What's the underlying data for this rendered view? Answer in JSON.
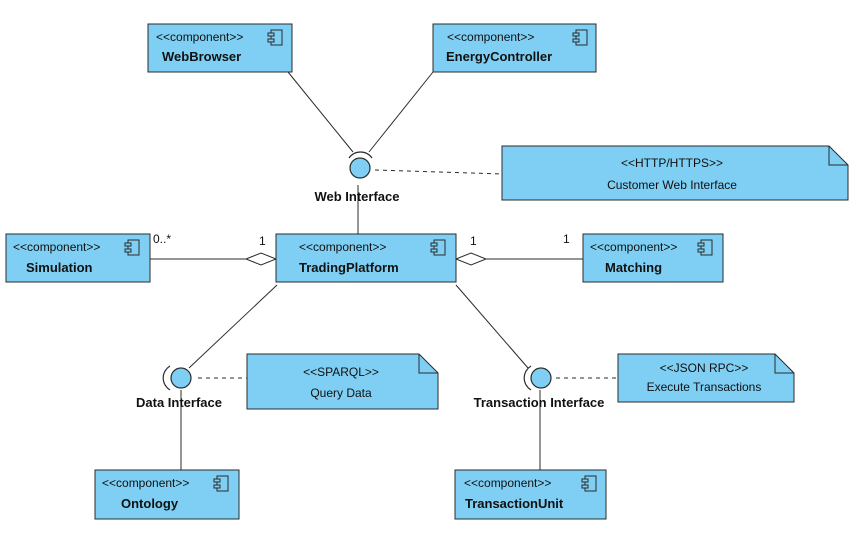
{
  "stereotype": "<<component>>",
  "components": {
    "webbrowser": "WebBrowser",
    "energycontroller": "EnergyController",
    "simulation": "Simulation",
    "tradingplatform": "TradingPlatform",
    "matching": "Matching",
    "ontology": "Ontology",
    "transactionunit": "TransactionUnit"
  },
  "interfaces": {
    "web": "Web Interface",
    "data": "Data Interface",
    "transaction": "Transaction Interface"
  },
  "notes": {
    "web": {
      "stereotype": "<<HTTP/HTTPS>>",
      "text": "Customer Web Interface"
    },
    "data": {
      "stereotype": "<<SPARQL>>",
      "text": "Query Data"
    },
    "transaction": {
      "stereotype": "<<JSON RPC>>",
      "text": "Execute Transactions"
    }
  },
  "multiplicities": {
    "simulation_end": "0..*",
    "trading_left_end": "1",
    "trading_right_end": "1",
    "matching_end": "1"
  },
  "colors": {
    "fill": "#7ecff3",
    "stroke": "#2b2b2b"
  }
}
